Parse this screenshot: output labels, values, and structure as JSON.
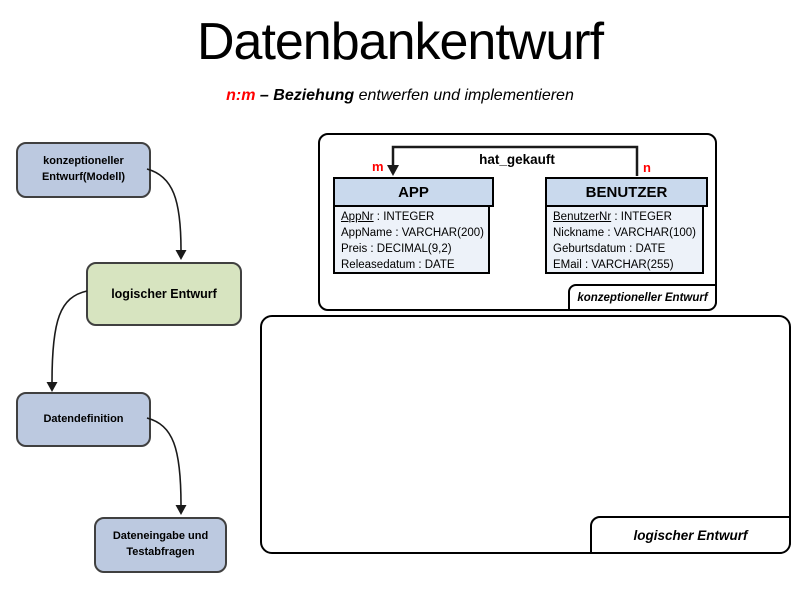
{
  "slide": {
    "title": "Datenbankentwurf",
    "subtitle": {
      "cardinality": "n:m",
      "middle": " – Beziehung",
      "rest": " entwerfen und implementieren",
      "accent_color": "#ff0000"
    }
  },
  "flowchart": {
    "steps": [
      {
        "line1": "konzeptioneller",
        "line2": "Entwurf(Modell)",
        "fill": "#bcc9e0"
      },
      {
        "line1": "logischer Entwurf",
        "fill": "#d7e4c0"
      },
      {
        "line1": "Datendefinition",
        "fill": "#bcc9e0"
      },
      {
        "line1": "Dateneingabe und",
        "line2": "Testabfragen",
        "fill": "#bcc9e0"
      }
    ]
  },
  "conceptual": {
    "caption": "konzeptioneller Entwurf",
    "attribute_separator": " : ",
    "relationship": {
      "label": "hat_gekauft",
      "left_cardinality": "m",
      "right_cardinality": "n",
      "cardinality_color": "#ff0000"
    },
    "entities": [
      {
        "name": "APP",
        "header_fill": "#c9d9ed",
        "body_fill": "#edf2f9",
        "attributes": [
          {
            "name": "AppNr",
            "type": "INTEGER",
            "primary_key": true
          },
          {
            "name": "AppName",
            "type": "VARCHAR(200)",
            "primary_key": false
          },
          {
            "name": "Preis",
            "type": "DECIMAL(9,2)",
            "primary_key": false
          },
          {
            "name": "Releasedatum",
            "type": "DATE",
            "primary_key": false
          }
        ]
      },
      {
        "name": "BENUTZER",
        "header_fill": "#c9d9ed",
        "body_fill": "#edf2f9",
        "attributes": [
          {
            "name": "BenutzerNr",
            "type": "INTEGER",
            "primary_key": true
          },
          {
            "name": "Nickname",
            "type": "VARCHAR(100)",
            "primary_key": false
          },
          {
            "name": "Geburtsdatum",
            "type": "DATE",
            "primary_key": false
          },
          {
            "name": "EMail",
            "type": "VARCHAR(255)",
            "primary_key": false
          }
        ]
      }
    ]
  },
  "logical": {
    "caption": "logischer Entwurf"
  }
}
